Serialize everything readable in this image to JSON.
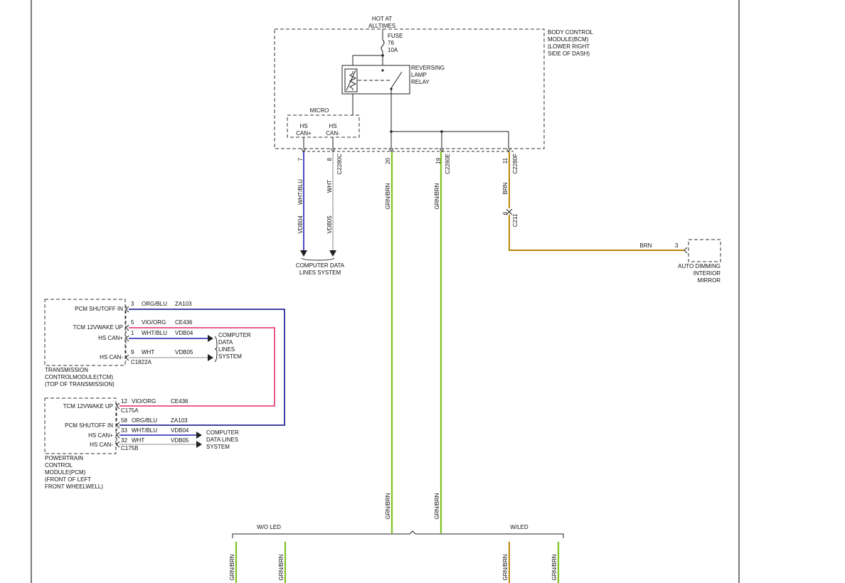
{
  "colors": {
    "grn_brn": "#7dc21e",
    "brn": "#b8860b",
    "wht_blu": "#1f1fb4",
    "wht": "#b4b4b4",
    "vio_org": "#e8457a",
    "org_blu": "#2a2a9a",
    "line": "#222222"
  },
  "bcm": {
    "supply": "HOT AT\nALLTIMES",
    "fuse": "FUSE\n76\n10A",
    "relay": "REVERSING\nLAMP\nRELAY",
    "micro": "MICRO",
    "hs_can_plus": "HS\nCAN+",
    "hs_can_minus": "HS\nCAN-",
    "module": "BODY CONTROL\nMODULE(BCM)\n(LOWER RIGHT\nSIDE OF DASH)",
    "pins": [
      {
        "pin": "7",
        "connector": ""
      },
      {
        "pin": "8",
        "connector": "C2280C"
      },
      {
        "pin": "20",
        "connector": ""
      },
      {
        "pin": "19",
        "connector": "C2280E"
      },
      {
        "pin": "11",
        "connector": "C2280F"
      }
    ]
  },
  "wires": {
    "wht_blu": "WHT/BLU",
    "wht": "WHT",
    "grn_brn": "GRN/BRN",
    "brn": "BRN",
    "vio_org": "VIO/ORG",
    "org_blu": "ORG/BLU",
    "vdb04": "VDB04",
    "vdb05": "VDB05",
    "ce436": "CE436",
    "za103": "ZA103"
  },
  "c211": {
    "pin": "6",
    "connector": "C211"
  },
  "mirror": {
    "pin": "3",
    "label": "AUTO DIMMING\nINTERIOR\nMIRROR"
  },
  "computer_data_lines": "COMPUTER DATA\nLINES SYSTEM",
  "computer_data_lines_tcm": "COMPUTER\nDATA\nLINES\nSYSTEM",
  "computer_data_lines_pcm": "COMPUTER\nDATA LINES\nSYSTEM",
  "tcm": {
    "module": "TRANSMISSION\nCONTROLMODULE(TCM)\n(TOP OF TRANSMISSION)",
    "connector": "C1822A",
    "pins": [
      {
        "label": "PCM SHUTOFF IN",
        "pin": "3"
      },
      {
        "label": "TCM 12VWAKE UP",
        "pin": "5"
      },
      {
        "label": "HS CAN+",
        "pin": "1"
      },
      {
        "label": "HS CAN-",
        "pin": "9"
      }
    ]
  },
  "pcm": {
    "module": "POWERTRAIN\nCONTROL\nMODULE(PCM)\n(FRONT OF LEFT\nFRONT WHEELWELL)",
    "connector_a": "C175A",
    "connector_b": "C175B",
    "pins": [
      {
        "label": "TCM 12VWAKE UP",
        "pin": "12"
      },
      {
        "label": "PCM SHUTOFF IN",
        "pin": "58"
      },
      {
        "label": "HS CAN+",
        "pin": "33"
      },
      {
        "label": "HS CAN-",
        "pin": "32"
      }
    ]
  },
  "variants": {
    "without": "W/O LED",
    "with": "W/LED"
  }
}
